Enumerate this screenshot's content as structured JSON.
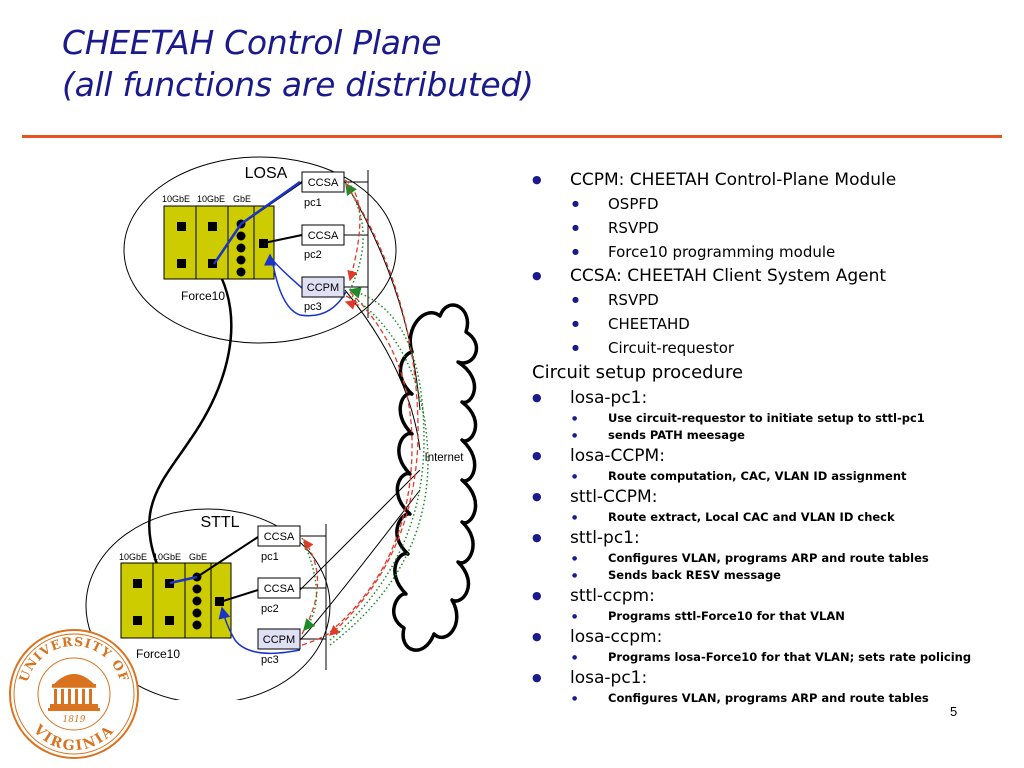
{
  "title": {
    "line1": "CHEETAH Control Plane",
    "line2": "(all functions are distributed)"
  },
  "diagram": {
    "top_site": {
      "name": "LOSA",
      "switch_label": "Force10",
      "port_labels": [
        "10GbE",
        "10GbE",
        "GbE"
      ],
      "modules": [
        {
          "box": "CCSA",
          "pc": "pc1"
        },
        {
          "box": "CCSA",
          "pc": "pc2"
        },
        {
          "box": "CCPM",
          "pc": "pc3"
        }
      ]
    },
    "bottom_site": {
      "name": "STTL",
      "switch_label": "Force10",
      "port_labels": [
        "10GbE",
        "10GbE",
        "GbE"
      ],
      "modules": [
        {
          "box": "CCSA",
          "pc": "pc1"
        },
        {
          "box": "CCSA",
          "pc": "pc2"
        },
        {
          "box": "CCPM",
          "pc": "pc3"
        }
      ]
    },
    "cloud_label": "Internet",
    "colors": {
      "switch_fill": "#cccc00",
      "ccpm_fill": "#e0e0f4",
      "blue_link": "#1a33cc",
      "red_dash": "#e03a2a",
      "green_dot": "#1f8c2a"
    }
  },
  "bullets": [
    {
      "level": 1,
      "text": "CCPM: CHEETAH Control-Plane Module"
    },
    {
      "level": 2,
      "text": "OSPFD"
    },
    {
      "level": 2,
      "text": "RSVPD"
    },
    {
      "level": 2,
      "text": "Force10 programming module"
    },
    {
      "level": 1,
      "text": "CCSA: CHEETAH Client System Agent"
    },
    {
      "level": 2,
      "text": "RSVPD"
    },
    {
      "level": 2,
      "text": "CHEETAHD"
    },
    {
      "level": 2,
      "text": "Circuit-requestor"
    },
    {
      "level": 0,
      "text": "Circuit setup procedure"
    },
    {
      "level": 1,
      "text": "losa-pc1:"
    },
    {
      "level": 3,
      "text": "Use circuit-requestor to initiate setup to sttl-pc1"
    },
    {
      "level": 3,
      "text": "sends PATH meesage"
    },
    {
      "level": 1,
      "text": "losa-CCPM:"
    },
    {
      "level": 3,
      "text": "Route computation, CAC, VLAN ID assignment"
    },
    {
      "level": 1,
      "text": "sttl-CCPM:"
    },
    {
      "level": 3,
      "text": "Route extract, Local CAC and VLAN ID check"
    },
    {
      "level": 1,
      "text": "sttl-pc1:"
    },
    {
      "level": 3,
      "text": "Configures VLAN, programs ARP and route tables"
    },
    {
      "level": 3,
      "text": "Sends back RESV message"
    },
    {
      "level": 1,
      "text": "sttl-ccpm:"
    },
    {
      "level": 3,
      "text": "Programs sttl-Force10 for that VLAN"
    },
    {
      "level": 1,
      "text": "losa-ccpm:"
    },
    {
      "level": 3,
      "text": "Programs losa-Force10 for that VLAN; sets rate policing"
    },
    {
      "level": 1,
      "text": "losa-pc1:"
    },
    {
      "level": 3,
      "text": "Configures VLAN, programs ARP and route tables"
    }
  ],
  "slide_number": "5",
  "seal": {
    "text_top": "UNIVERSITY OF",
    "text_bottom": "VIRGINIA",
    "year": "1819",
    "color": "#d9731f"
  }
}
